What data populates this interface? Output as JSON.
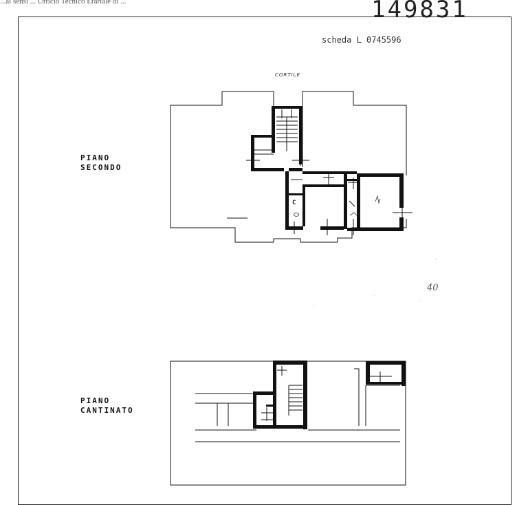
{
  "document": {
    "header_fragment": "...ai sensi ... Ufficio Tecnico Erariale di ...",
    "stamp_number": "149831",
    "scheda": "scheda L 0745596",
    "cortile_label": "CORTILE",
    "upper_floor_label": "PIANO\nSECONDO",
    "lower_floor_label": "PIANO\nCANTINATO",
    "marginal_note": "40",
    "room_letters": {
      "c": "C"
    }
  }
}
